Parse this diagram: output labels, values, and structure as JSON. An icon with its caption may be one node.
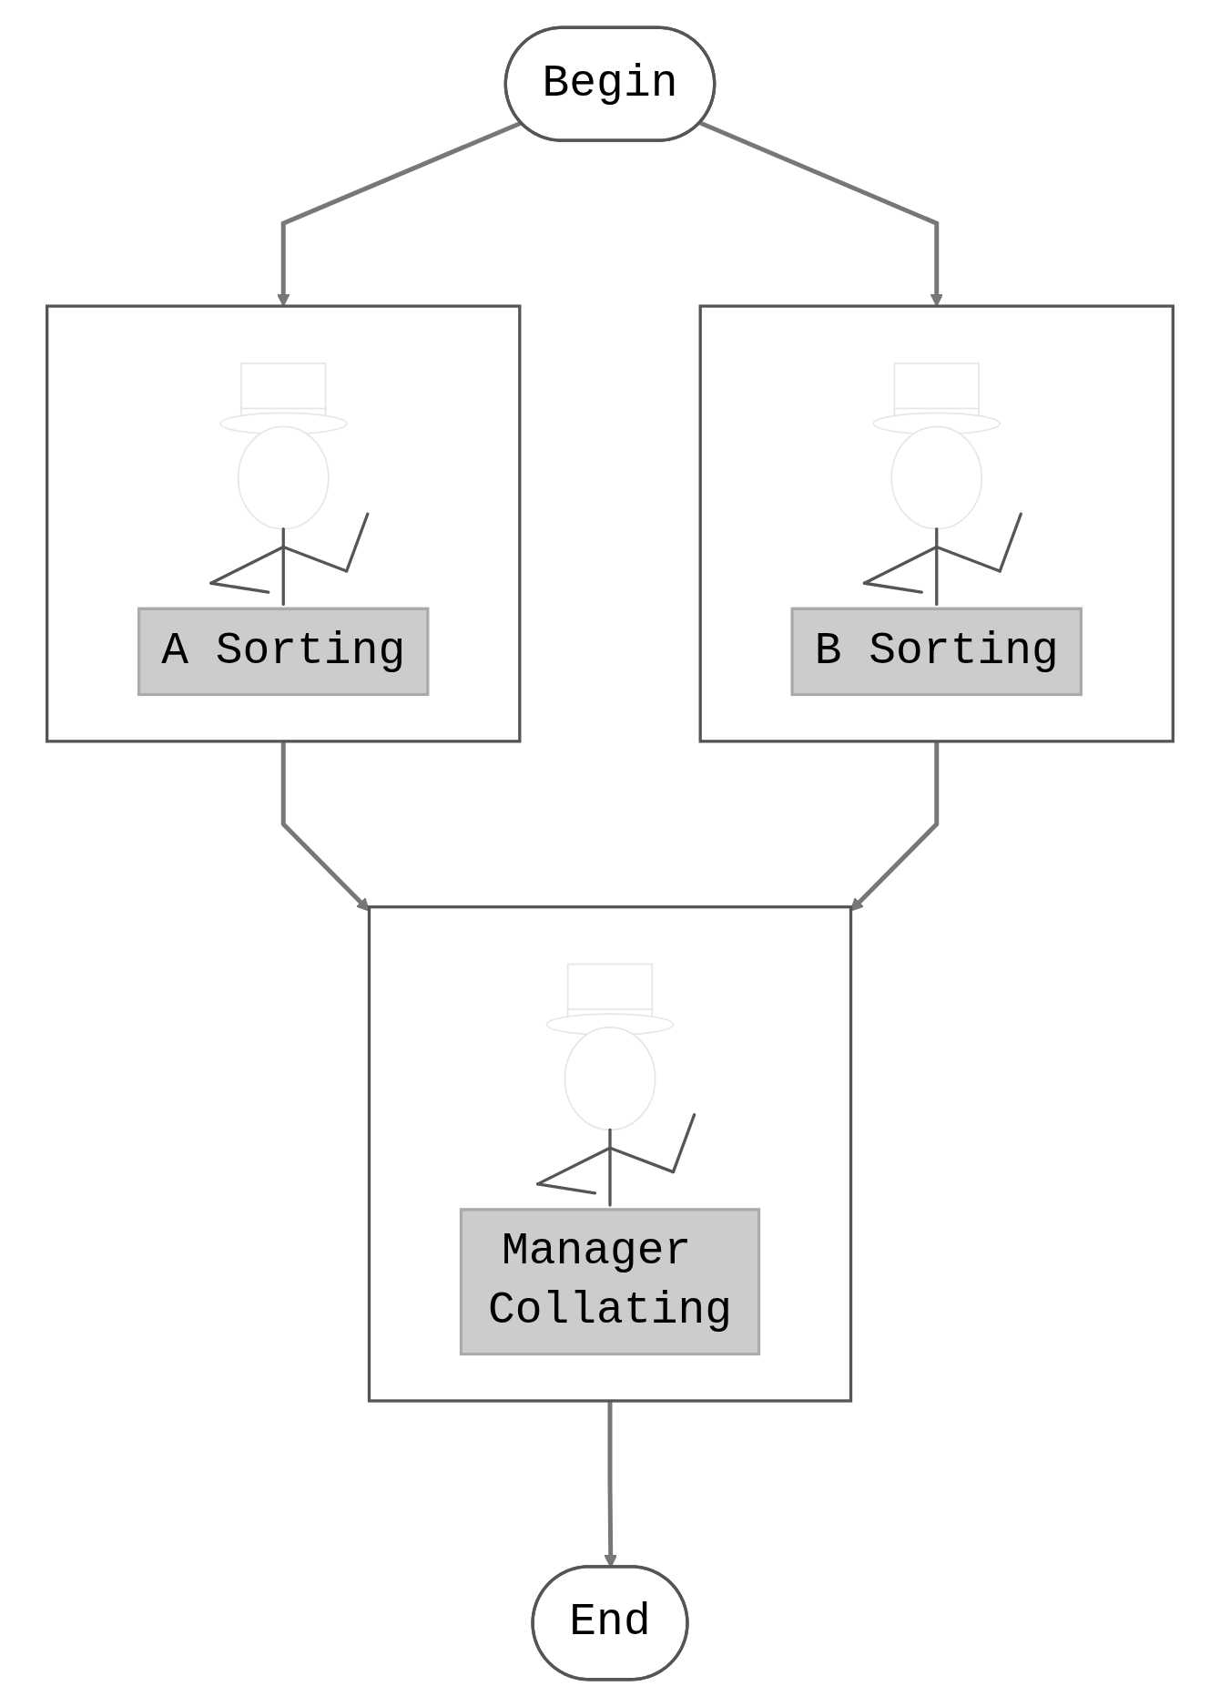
{
  "diagram": {
    "nodes": [
      {
        "text": [
          "Begin"
        ]
      },
      {
        "text": [
          "A Sorting"
        ]
      },
      {
        "text": [
          "B Sorting"
        ]
      },
      {
        "text": [
          "Manager Collating"
        ]
      },
      {
        "text": [
          "End"
        ]
      }
    ],
    "edges": [
      {
        "from": 0,
        "to": 1,
        "arrow": "to"
      },
      {
        "from": 0,
        "to": 2,
        "arrow": "to"
      },
      {
        "from": 1,
        "to": 3,
        "arrow": "to"
      },
      {
        "from": 2,
        "to": 3,
        "arrow": "to"
      },
      {
        "from": 3,
        "to": 4,
        "arrow": "to"
      }
    ]
  }
}
